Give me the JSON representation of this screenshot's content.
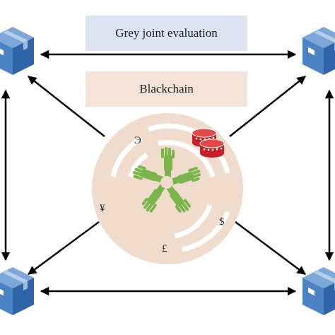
{
  "labels": {
    "top_box": "Grey joint evaluation",
    "middle_box": "Blackchain"
  },
  "currency_symbols": [
    "Э",
    "¥",
    "£",
    "$"
  ],
  "colors": {
    "top_box_fill": "#dde4f1",
    "middle_box_fill": "#f5e3da",
    "circle_fill": "#f0dccd",
    "cube_blue": "#4b83c4",
    "hand_green": "#79b54b",
    "coin_red": "#c4202a",
    "arrow": "#000000"
  },
  "icons": [
    "cube-icon",
    "hands-icon",
    "coin-stack-icon"
  ]
}
